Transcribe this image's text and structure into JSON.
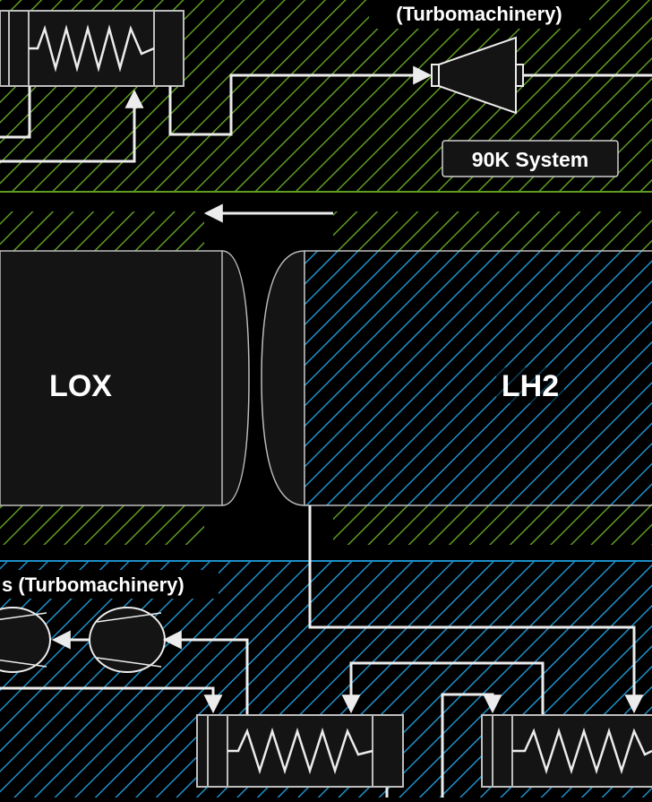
{
  "labels": {
    "top_turbo": "(Turbomachinery)",
    "system_90k": "90K System",
    "lox": "LOX",
    "lh2": "LH2",
    "bottom_turbo": "s (Turbomachinery)"
  },
  "colors": {
    "background": "#000000",
    "panel": "#141414",
    "green_hatch": "#5e9b23",
    "blue_hatch": "#1f8fc8",
    "line": "#ececec",
    "text": "#ffffff"
  }
}
